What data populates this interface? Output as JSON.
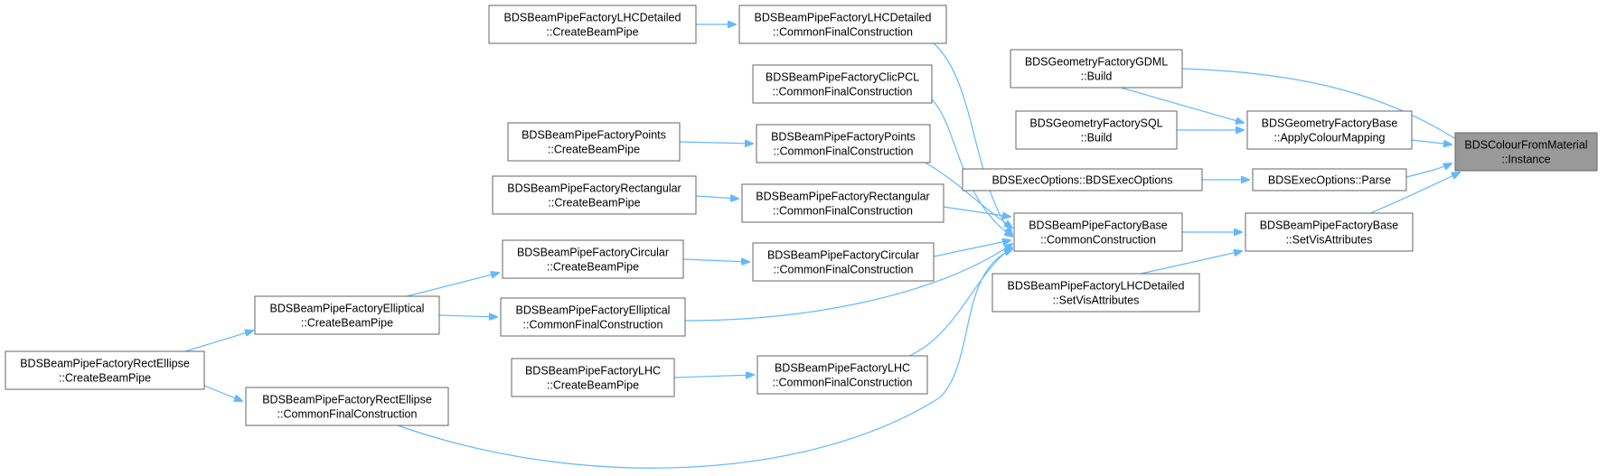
{
  "diagram": {
    "type": "call-graph",
    "root": "instance",
    "colors": {
      "edge": "#63b8ff",
      "node_border": "#666666",
      "root_fill": "#999999",
      "node_fill": "#ffffff"
    },
    "nodes": [
      {
        "id": "instance",
        "lines": [
          "BDSColourFromMaterial",
          "::Instance"
        ]
      },
      {
        "id": "gdml_build",
        "lines": [
          "BDSGeometryFactoryGDML",
          "::Build"
        ]
      },
      {
        "id": "apply_colour",
        "lines": [
          "BDSGeometryFactoryBase",
          "::ApplyColourMapping"
        ]
      },
      {
        "id": "sql_build",
        "lines": [
          "BDSGeometryFactorySQL",
          "::Build"
        ]
      },
      {
        "id": "exec_ctor",
        "lines": [
          "BDSExecOptions::BDSExecOptions"
        ]
      },
      {
        "id": "exec_parse",
        "lines": [
          "BDSExecOptions::Parse"
        ]
      },
      {
        "id": "base_common",
        "lines": [
          "BDSBeamPipeFactoryBase",
          "::CommonConstruction"
        ]
      },
      {
        "id": "base_setvis",
        "lines": [
          "BDSBeamPipeFactoryBase",
          "::SetVisAttributes"
        ]
      },
      {
        "id": "lhcdet_setvis",
        "lines": [
          "BDSBeamPipeFactoryLHCDetailed",
          "::SetVisAttributes"
        ]
      },
      {
        "id": "lhcdet_create",
        "lines": [
          "BDSBeamPipeFactoryLHCDetailed",
          "::CreateBeamPipe"
        ]
      },
      {
        "id": "lhcdet_final",
        "lines": [
          "BDSBeamPipeFactoryLHCDetailed",
          "::CommonFinalConstruction"
        ]
      },
      {
        "id": "clic_final",
        "lines": [
          "BDSBeamPipeFactoryClicPCL",
          "::CommonFinalConstruction"
        ]
      },
      {
        "id": "points_create",
        "lines": [
          "BDSBeamPipeFactoryPoints",
          "::CreateBeamPipe"
        ]
      },
      {
        "id": "points_final",
        "lines": [
          "BDSBeamPipeFactoryPoints",
          "::CommonFinalConstruction"
        ]
      },
      {
        "id": "rect_create",
        "lines": [
          "BDSBeamPipeFactoryRectangular",
          "::CreateBeamPipe"
        ]
      },
      {
        "id": "rect_final",
        "lines": [
          "BDSBeamPipeFactoryRectangular",
          "::CommonFinalConstruction"
        ]
      },
      {
        "id": "circ_create",
        "lines": [
          "BDSBeamPipeFactoryCircular",
          "::CreateBeamPipe"
        ]
      },
      {
        "id": "circ_final",
        "lines": [
          "BDSBeamPipeFactoryCircular",
          "::CommonFinalConstruction"
        ]
      },
      {
        "id": "ellip_create",
        "lines": [
          "BDSBeamPipeFactoryElliptical",
          "::CreateBeamPipe"
        ]
      },
      {
        "id": "ellip_final",
        "lines": [
          "BDSBeamPipeFactoryElliptical",
          "::CommonFinalConstruction"
        ]
      },
      {
        "id": "lhc_create",
        "lines": [
          "BDSBeamPipeFactoryLHC",
          "::CreateBeamPipe"
        ]
      },
      {
        "id": "lhc_final",
        "lines": [
          "BDSBeamPipeFactoryLHC",
          "::CommonFinalConstruction"
        ]
      },
      {
        "id": "rellip_create",
        "lines": [
          "BDSBeamPipeFactoryRectEllipse",
          "::CreateBeamPipe"
        ]
      },
      {
        "id": "rellip_final",
        "lines": [
          "BDSBeamPipeFactoryRectEllipse",
          "::CommonFinalConstruction"
        ]
      }
    ],
    "edges": [
      [
        "gdml_build",
        "instance"
      ],
      [
        "apply_colour",
        "instance"
      ],
      [
        "exec_parse",
        "instance"
      ],
      [
        "base_setvis",
        "instance"
      ],
      [
        "gdml_build",
        "apply_colour"
      ],
      [
        "sql_build",
        "apply_colour"
      ],
      [
        "exec_ctor",
        "exec_parse"
      ],
      [
        "base_common",
        "base_setvis"
      ],
      [
        "lhcdet_setvis",
        "base_setvis"
      ],
      [
        "lhcdet_final",
        "base_common"
      ],
      [
        "clic_final",
        "base_common"
      ],
      [
        "points_final",
        "base_common"
      ],
      [
        "rect_final",
        "base_common"
      ],
      [
        "circ_final",
        "base_common"
      ],
      [
        "ellip_final",
        "base_common"
      ],
      [
        "lhc_final",
        "base_common"
      ],
      [
        "rellip_final",
        "base_common"
      ],
      [
        "lhcdet_create",
        "lhcdet_final"
      ],
      [
        "points_create",
        "points_final"
      ],
      [
        "rect_create",
        "rect_final"
      ],
      [
        "circ_create",
        "circ_final"
      ],
      [
        "lhc_create",
        "lhc_final"
      ],
      [
        "ellip_create",
        "circ_create"
      ],
      [
        "ellip_create",
        "ellip_final"
      ],
      [
        "rellip_create",
        "ellip_create"
      ],
      [
        "rellip_create",
        "rellip_final"
      ]
    ]
  }
}
